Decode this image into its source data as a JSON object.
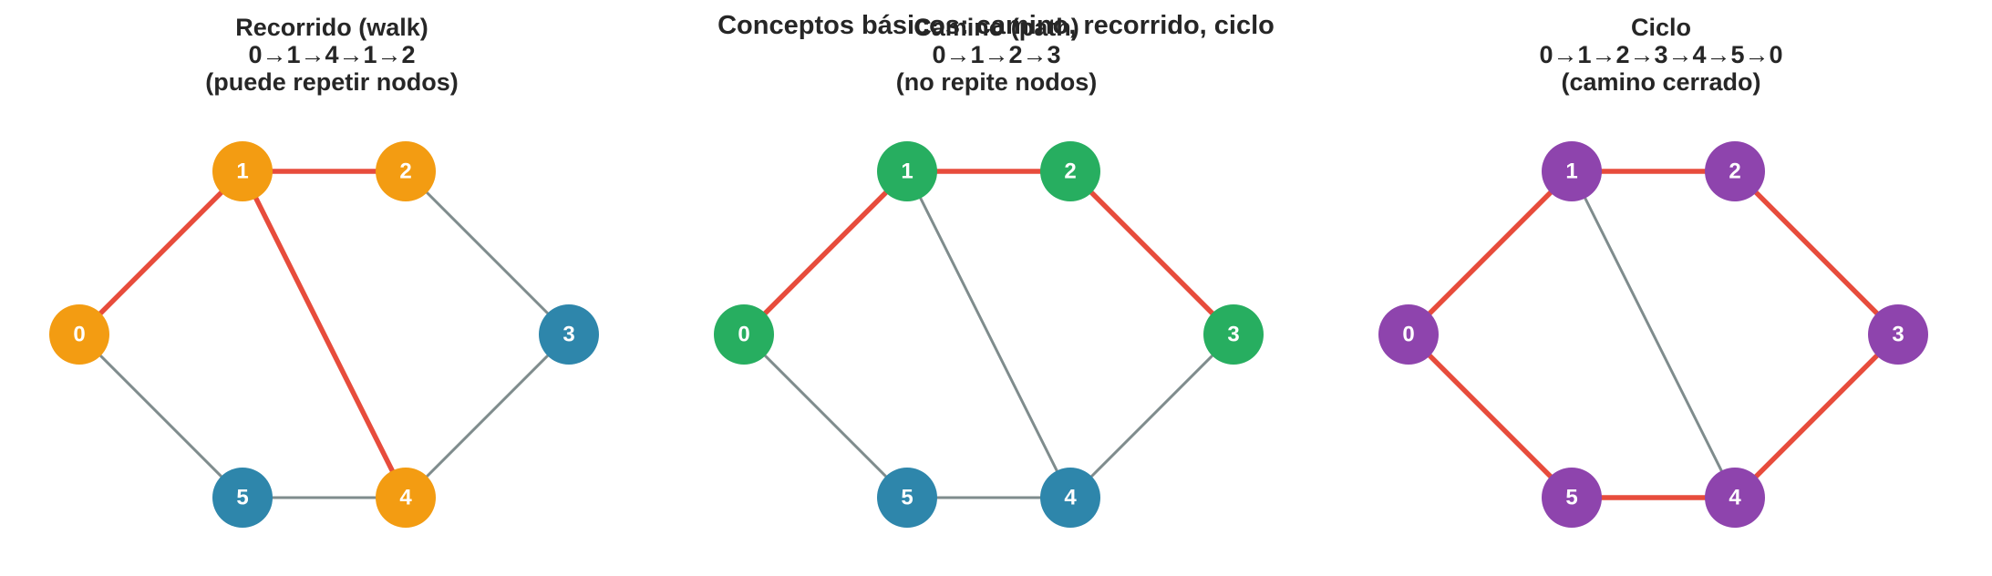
{
  "title": "Conceptos básicos: camino, recorrido, ciclo",
  "colors": {
    "default_node": "#2e86ab",
    "default_edge": "#7f8c8d",
    "highlight_edge": "#e74c3c",
    "label": "#ffffff"
  },
  "graph": {
    "nodes": [
      "0",
      "1",
      "2",
      "3",
      "4",
      "5"
    ],
    "edges": [
      [
        "0",
        "1"
      ],
      [
        "1",
        "2"
      ],
      [
        "2",
        "3"
      ],
      [
        "3",
        "4"
      ],
      [
        "4",
        "5"
      ],
      [
        "5",
        "0"
      ],
      [
        "1",
        "4"
      ]
    ]
  },
  "panels": [
    {
      "title_lines": [
        "Recorrido (walk)",
        "0→1→4→1→2",
        "(puede repetir nodos)"
      ],
      "highlight_nodes": [
        "0",
        "1",
        "2",
        "4"
      ],
      "highlight_color": "#f39c12",
      "highlight_edges": [
        [
          "0",
          "1"
        ],
        [
          "1",
          "4"
        ],
        [
          "1",
          "2"
        ]
      ]
    },
    {
      "title_lines": [
        "Camino (path)",
        "0→1→2→3",
        "(no repite nodos)"
      ],
      "highlight_nodes": [
        "0",
        "1",
        "2",
        "3"
      ],
      "highlight_color": "#27ae60",
      "highlight_edges": [
        [
          "0",
          "1"
        ],
        [
          "1",
          "2"
        ],
        [
          "2",
          "3"
        ]
      ]
    },
    {
      "title_lines": [
        "Ciclo",
        "0→1→2→3→4→5→0",
        "(camino cerrado)"
      ],
      "highlight_nodes": [
        "0",
        "1",
        "2",
        "3",
        "4",
        "5"
      ],
      "highlight_color": "#8e44ad",
      "highlight_edges": [
        [
          "0",
          "1"
        ],
        [
          "1",
          "2"
        ],
        [
          "2",
          "3"
        ],
        [
          "3",
          "4"
        ],
        [
          "4",
          "5"
        ],
        [
          "5",
          "0"
        ]
      ]
    }
  ]
}
